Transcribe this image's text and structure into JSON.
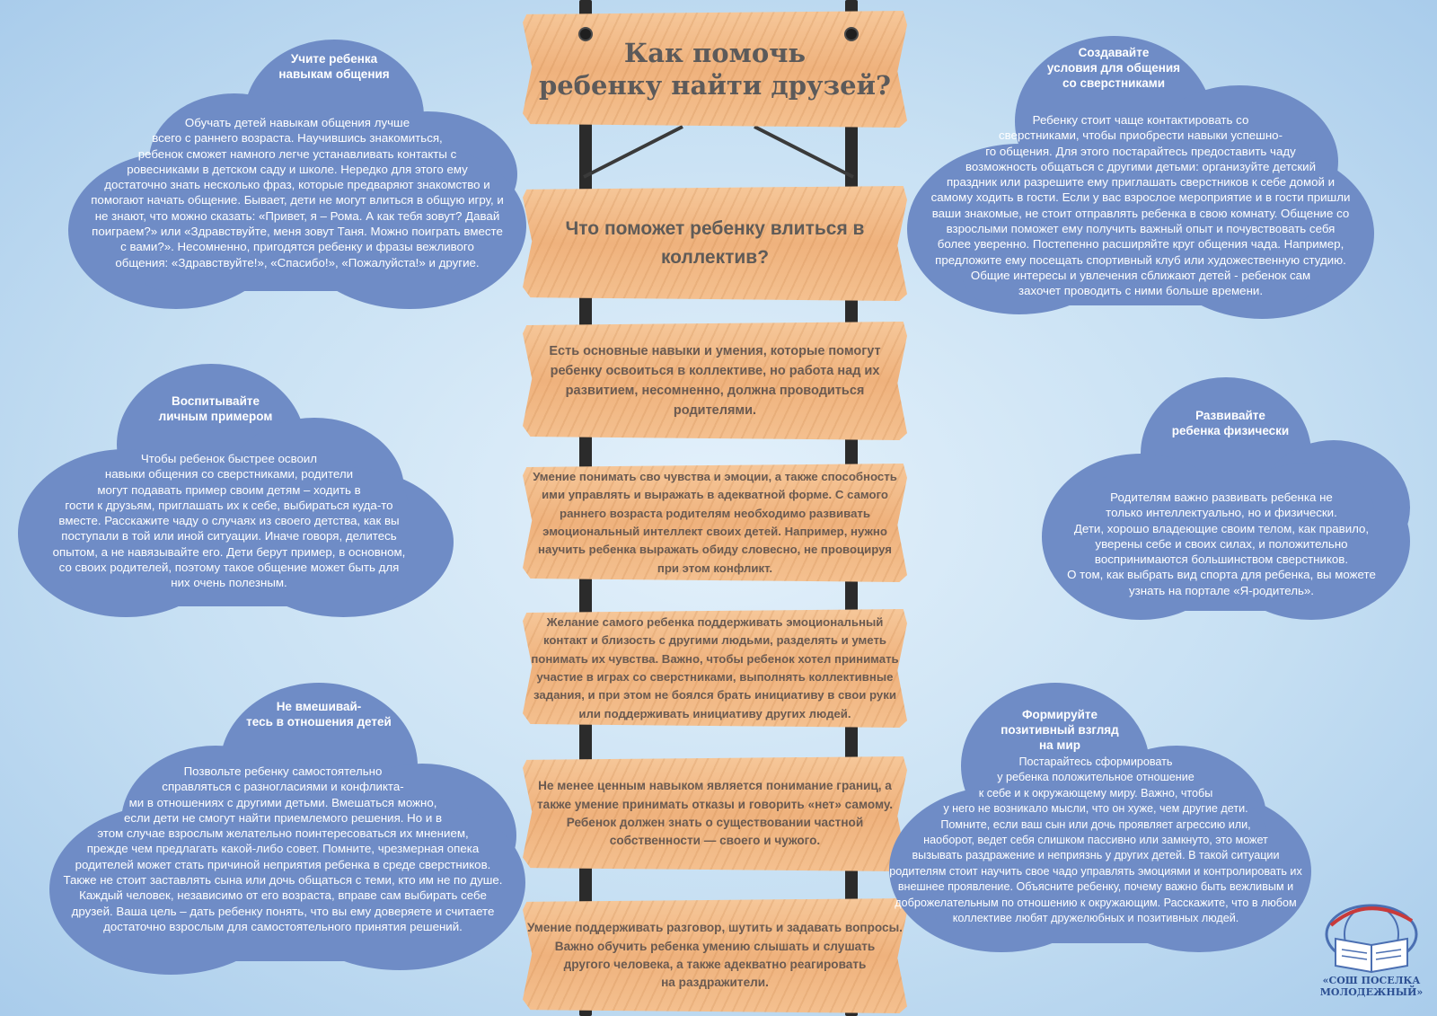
{
  "header": {
    "title": "Как помочь\nребенку найти друзей?"
  },
  "ladder": {
    "heading": "Что поможет ребенку влиться в\nколлектив?",
    "intro": "Есть основные навыки и умения, которые помогут\nребенку освоиться в коллективе, но работа над их\nразвитием, несомненно, должна проводиться\nродителями.",
    "items": [
      "Умение понимать сво чувства и эмоции, а также способность\nими управлять и выражать в адекватной форме. С самого\nраннего возраста родителям необходимо развивать\nэмоциональный интеллект своих детей. Например, нужно\nнаучить ребенка выражать обиду словесно, не провоцируя\nпри этом конфликт.",
      "Желание самого ребенка поддерживать эмоциональный\nконтакт и близость с другими людьми, разделять и уметь\nпонимать их чувства. Важно, чтобы ребенок хотел принимать\nучастие в играх со сверстниками, выполнять коллективные\nзадания, и при этом не боялся брать инициативу в свои руки\nили поддерживать инициативу других людей.",
      "Не менее ценным навыком является понимание границ, а\nтакже умение принимать отказы и говорить «нет» самому.\nРебенок должен знать о существовании частной\nсобственности — своего и чужого.",
      "Умение поддерживать разговор, шутить и задавать вопросы.\nВажно обучить ребенка умению слышать и слушать\nдругого человека, а также адекватно реагировать\nна раздражители."
    ]
  },
  "clouds": {
    "teach": {
      "title": "Учите ребенка\nнавыкам общения",
      "body": "Обучать детей навыкам общения лучше\nвсего с раннего возраста. Научившись знакомиться,\nребенок сможет намного легче устанавливать контакты с\nровесниками в детском саду и школе. Нередко для этого ему\nдостаточно знать несколько фраз, которые предваряют знакомство и\nпомогают начать общение. Бывает, дети не могут влиться в общую игру, и\nне знают, что можно сказать: «Привет, я – Рома. А как тебя зовут? Давай\nпоиграем?» или «Здравствуйте, меня зовут Таня. Можно поиграть вместе\nс вами?». Несомненно, пригодятся ребенку и фразы вежливого\nобщения: «Здравствуйте!», «Спасибо!», «Пожалуйста!» и другие."
    },
    "conditions": {
      "title": "Создавайте\nусловия для общения\nсо сверстниками",
      "body": "Ребенку стоит чаще контактировать со\nсверстниками, чтобы приобрести навыки успешно-\nго общения. Для этого постарайтесь предоставить чаду\nвозможность общаться с другими детьми: организуйте детский\nпраздник или разрешите ему приглашать сверстников к себе домой и\nсамому ходить в гости. Если у вас взрослое мероприятие и в гости пришли\nваши знакомые, не стоит отправлять ребенка в свою комнату. Общение со\nвзрослыми поможет ему получить важный опыт и почувствовать себя\nболее уверенно. Постепенно расширяйте круг общения чада. Например,\nпредложите ему посещать спортивный клуб или художественную студию.\nОбщие интересы и увлечения сближают детей - ребенок сам\nзахочет проводить с ними больше времени."
    },
    "example": {
      "title": "Воспитывайте\nличным примером",
      "body": "Чтобы ребенок быстрее освоил\nнавыки общения со сверстниками, родители\nмогут подавать пример своим детям – ходить в\nгости к друзьям, приглашать их к себе, выбираться куда-то\nвместе. Расскажите чаду о случаях из своего детства, как вы\nпоступали в той или иной ситуации. Иначе говоря, делитесь\nопытом, а не навязывайте его. Дети берут пример, в основном,\nсо своих родителей, поэтому такое общение может быть для\nних очень полезным."
    },
    "physical": {
      "title": "Развивайте\nребенка физически",
      "body": "Родителям важно развивать ребенка не\nтолько интеллектуально, но и физически.\nДети, хорошо владеющие своим телом, как правило,\nуверены себе и своих силах, и положительно\nвоспринимаются большинством сверстников.\nО том, как выбрать вид спорта для ребенка, вы можете\nузнать на портале «Я-родитель»."
    },
    "nointerfere": {
      "title": "Не вмешивай-\nтесь в отношения детей",
      "body": "Позвольте ребенку самостоятельно\nсправляться с разногласиями и конфликта-\nми в отношениях с другими детьми. Вмешаться можно,\nесли дети не смогут найти приемлемого решения. Но и в\nэтом случае взрослым желательно поинтересоваться их мнением,\nпрежде чем предлагать какой-либо совет. Помните, чрезмерная опека\nродителей может стать причиной неприятия ребенка в среде сверстников.\nТакже не стоит заставлять сына или дочь общаться с теми, кто им не по душе.\nКаждый человек, независимо от его возраста, вправе сам выбирать себе\nдрузей. Ваша цель – дать ребенку понять, что вы ему доверяете и считаете\nдостаточно взрослым для самостоятельного принятия решений."
    },
    "positive": {
      "title": "Формируйте\nпозитивный взгляд\nна мир",
      "body": "Постарайтесь сформировать\nу ребенка положительное отношение\nк себе и к окружающему миру. Важно, чтобы\nу него не возникало мысли, что он хуже, чем другие дети.\nПомните, если ваш сын или дочь проявляет агрессию или,\nнаоборот, ведет себя слишком пассивно или замкнуто, это может\nвызывать раздражение и неприязнь у других детей. В такой ситуации\nродителям стоит научить свое чадо управлять эмоциями и контролировать их\nвнешнее проявление. Объясните ребенку, почему важно быть вежливым и\nдоброжелательным по отношению к окружающим. Расскажите, что в любом\nколлективе любят дружелюбных и позитивных людей."
    }
  },
  "logo": {
    "caption": "«СОШ ПОСЕЛКА\nМОЛОДЕЖНЫЙ»",
    "icon": "open-book-globe-icon"
  },
  "colors": {
    "cloud": "#6f8cc6",
    "plank": "#f2b985",
    "plank_text": "#6a5a51",
    "background": "#c7e0f3"
  }
}
